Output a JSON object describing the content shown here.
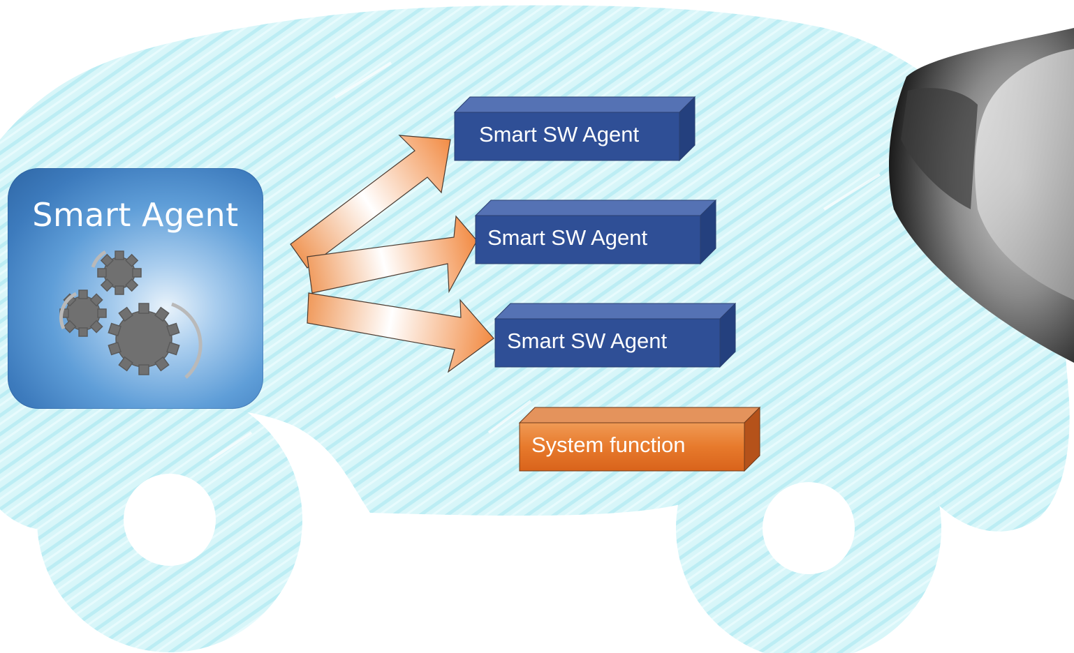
{
  "agent": {
    "title": "Smart Agent",
    "icon": "gears-icon"
  },
  "sw_agents": [
    {
      "label": "Smart SW Agent"
    },
    {
      "label": "Smart SW Agent"
    },
    {
      "label": "Smart SW Agent"
    }
  ],
  "system_function": {
    "label": "System function"
  },
  "colors": {
    "sketch": "#cdf3f8",
    "agent_box": "#3d7bbd",
    "sw_agent_front": "#2f4f96",
    "sw_agent_top": "#5572b4",
    "system_function": "#e2681e",
    "arrow": "#f3a36b"
  }
}
